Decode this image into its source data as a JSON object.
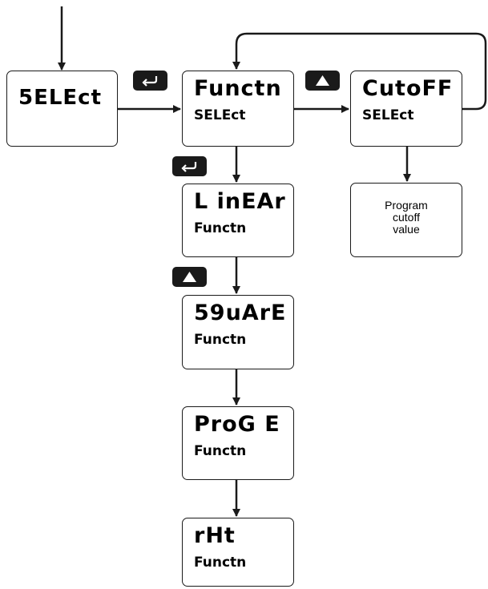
{
  "diagram": {
    "nodes": {
      "select": {
        "display": "5ELEct"
      },
      "functn_select": {
        "display": "Functn",
        "sub": "SELEct"
      },
      "cutoff_select": {
        "display": "CutoFF",
        "sub": "SELEct"
      },
      "program_cutoff": {
        "text": "Program\ncutoff\nvalue"
      },
      "linear": {
        "display": "L inEAr",
        "sub": "Functn"
      },
      "square": {
        "display": "59uArE",
        "sub": "Functn"
      },
      "prog_e": {
        "display": "ProG E",
        "sub": "Functn"
      },
      "rht": {
        "display": "rHt",
        "sub": "Functn"
      }
    },
    "keys": {
      "enter_key": "enter-key-icon",
      "up_key": "up-arrow-key-icon"
    },
    "colors": {
      "stroke": "#1a1a1a",
      "key_fill": "#1a1a1a",
      "key_glyph": "#ffffff"
    }
  }
}
